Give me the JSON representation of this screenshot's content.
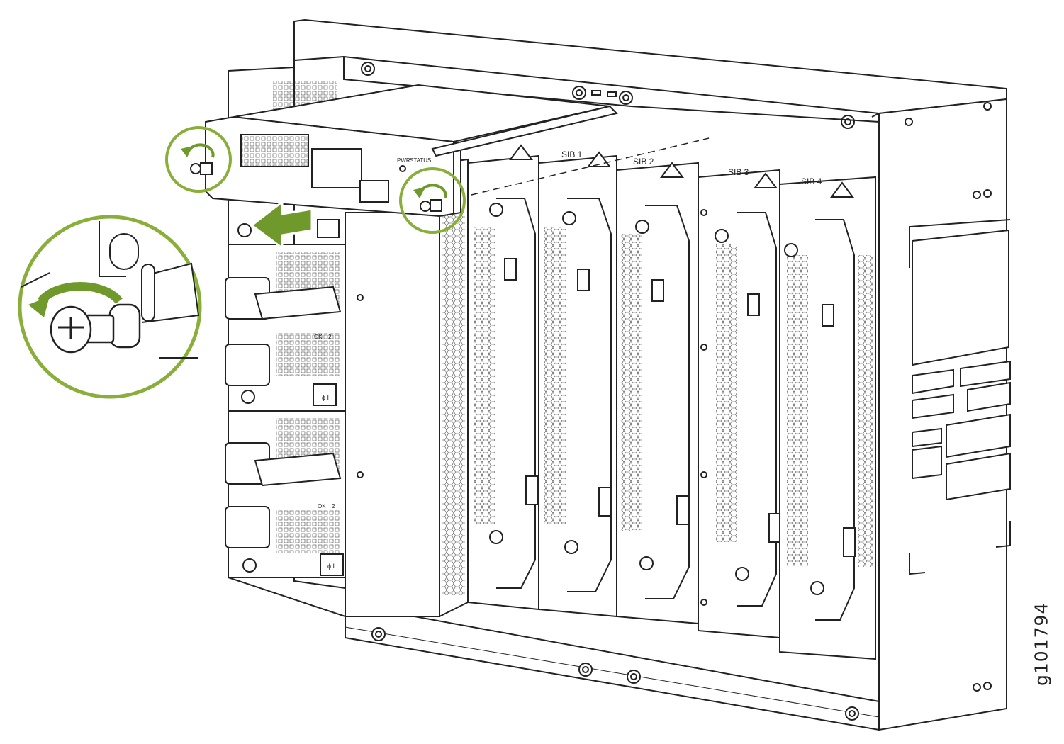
{
  "figure": {
    "reference_id": "g101794",
    "psu_labels": {
      "pwr": "PWR",
      "status": "STATUS"
    },
    "sib_labels": [
      "SIB 1",
      "SIB 2",
      "SIB 3",
      "SIB 4"
    ],
    "led_labels": [
      "OK",
      "2"
    ],
    "switch_label": "ɸ I",
    "colors": {
      "callout": "#8aae3a",
      "arrow": "#6f9a2b",
      "line": "#222222"
    }
  }
}
